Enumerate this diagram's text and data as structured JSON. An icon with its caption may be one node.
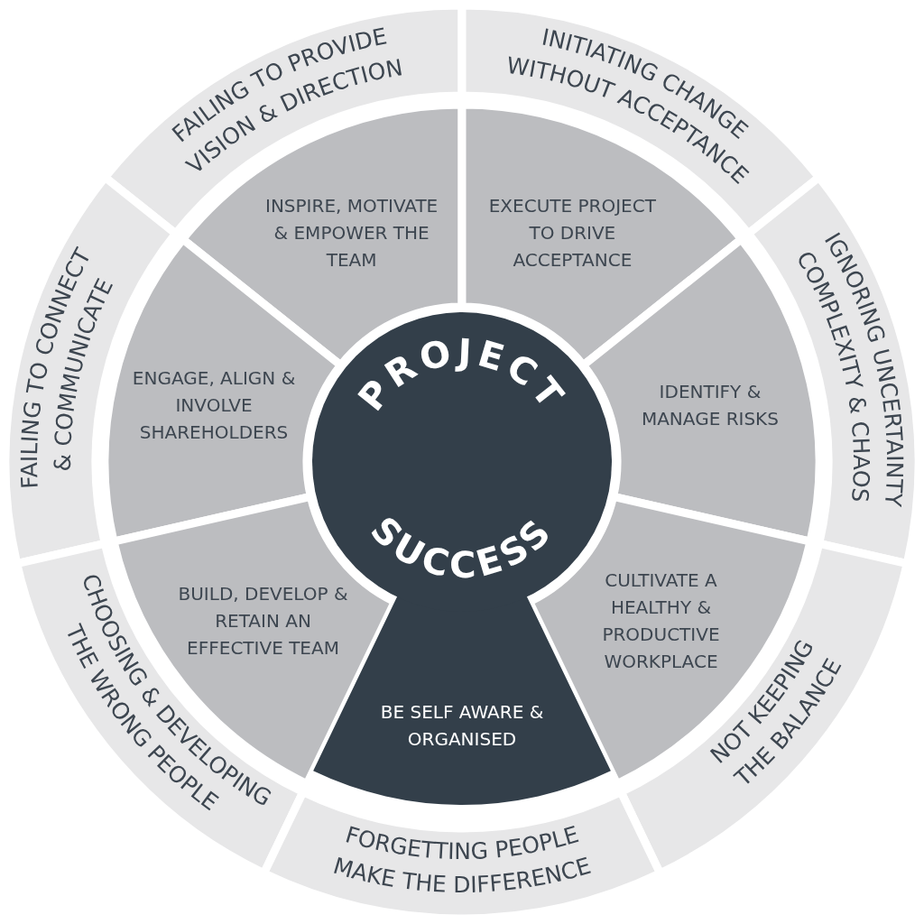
{
  "diagram": {
    "nodes": [
      {
        "text": [
          "FAILING TO PROVIDE VISION & DIRECTION"
        ]
      },
      {
        "text": [
          "INITIATING CHANGE WITHOUT ACCEPTANCE"
        ]
      },
      {
        "text": [
          "INSPIRE, MOTIVATE & EMPOWER THE TEAM"
        ]
      },
      {
        "text": [
          "EXECUTE PROJECT TO DRIVE ACCEPTANCE"
        ]
      },
      {
        "text": [
          "FAILING TO CONNECT & COMMUNICATE"
        ]
      },
      {
        "text": [
          "IGNORING UNCERTAINTY COMPLEXITY & CHAOS"
        ]
      },
      {
        "text": [
          "ENGAGE, ALIGN & INVOLVE SHAREHOLDERS"
        ]
      },
      {
        "text": [
          "PROJECT",
          "SUCCESS"
        ]
      },
      {
        "text": [
          "IDENTIFY & MANAGE RISKS"
        ]
      },
      {
        "text": [
          "BUILD, DEVELOP & RETAIN AN EFFECTIVE TEAM"
        ]
      },
      {
        "text": [
          "CULTIVATE A HEALTHY & PRODUCTIVE WORKPLACE"
        ]
      },
      {
        "text": [
          "CHOOSING & DEVELOPING THE WRONG PEOPLE"
        ]
      },
      {
        "text": [
          "BE SELF AWARE & ORGANISED"
        ]
      },
      {
        "text": [
          "NOT KEEPING THE BALANCE"
        ]
      },
      {
        "text": [
          "FORGETTING PEOPLE MAKE THE DIFFERENCE"
        ]
      }
    ]
  }
}
